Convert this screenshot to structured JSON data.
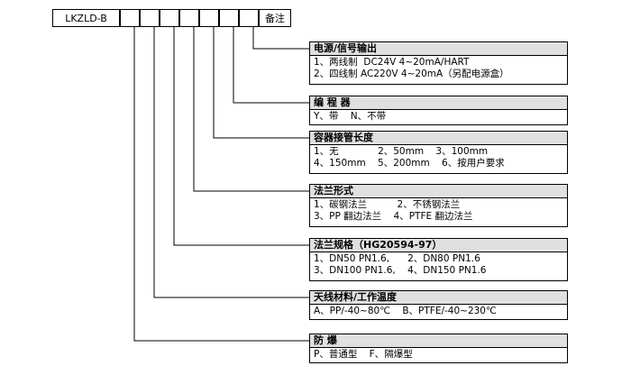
{
  "model_code": "LKZLD-B",
  "remark_label": "备注",
  "sections": [
    {
      "title": "电源/信号输出",
      "lines": [
        "1、两线制  DC24V 4~20mA/HART",
        "2、四线制 AC220V 4~20mA（另配电源盒）"
      ]
    },
    {
      "title": "编 程 器",
      "lines": [
        "Y、带    N、不带"
      ]
    },
    {
      "title": "容器接管长度",
      "lines": [
        "1、无             2、50mm    3、100mm",
        "4、150mm    5、200mm    6、按用户要求"
      ]
    },
    {
      "title": "法兰形式",
      "lines": [
        "1、碳钢法兰          2、不锈钢法兰",
        "3、PP 翻边法兰    4、PTFE 翻边法兰"
      ]
    },
    {
      "title": "法兰规格（HG20594-97）",
      "lines": [
        "1、DN50 PN1.6,      2、DN80 PN1.6",
        "3、DN100 PN1.6,    4、DN150 PN1.6"
      ]
    },
    {
      "title": "天线材料/工作温度",
      "lines": [
        "A、PP/-40~80℃    B、PTFE/-40~230℃"
      ]
    },
    {
      "title": "防    爆",
      "lines": [
        "P、普通型    F、隔爆型"
      ]
    }
  ]
}
